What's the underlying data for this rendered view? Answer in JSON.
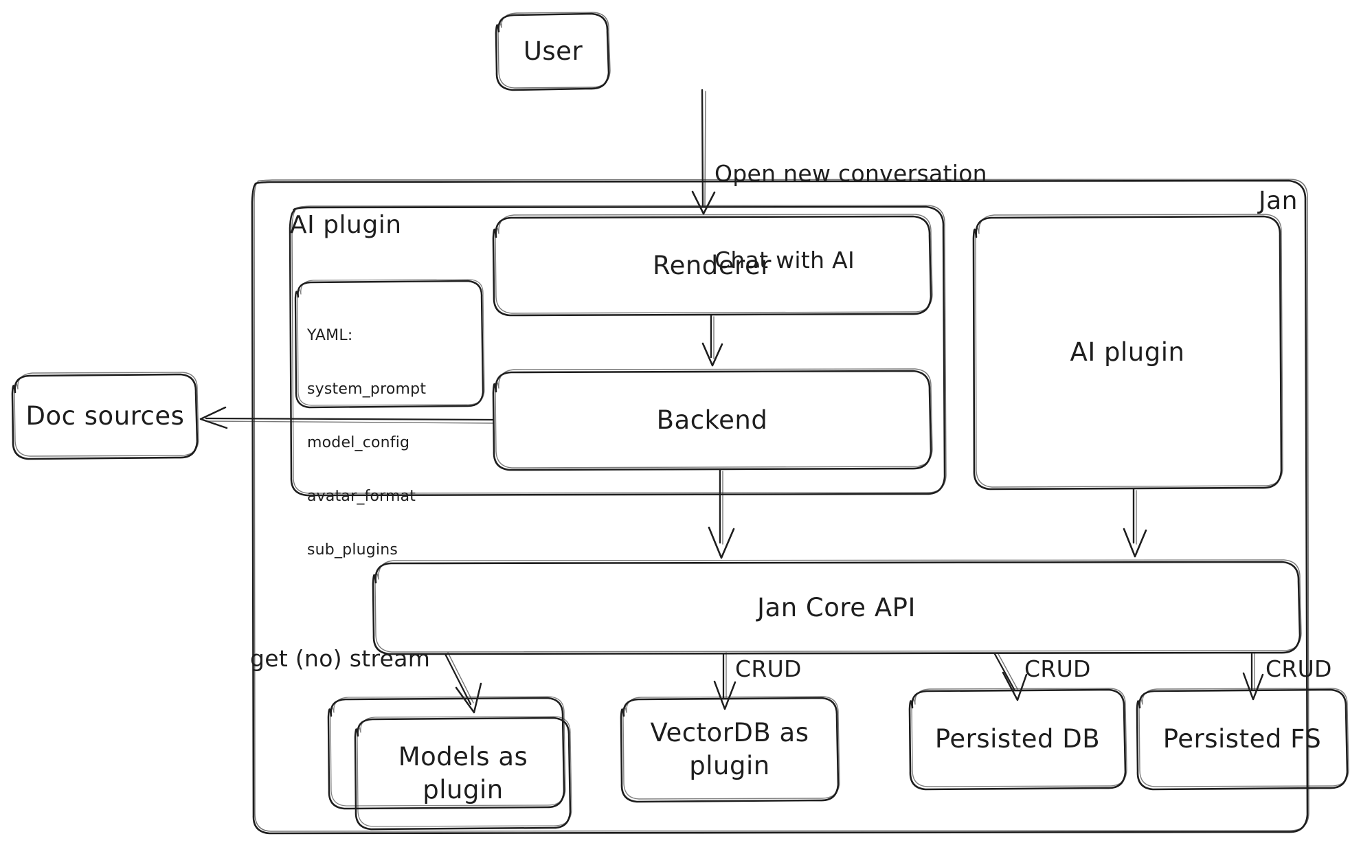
{
  "diagram": {
    "title_label": "Jan",
    "background": "#ffffff",
    "stroke_color": "#1e1e1e",
    "text_color": "#1e1e1e",
    "style": "hand-drawn"
  },
  "containers": [
    {
      "id": "jan",
      "label": "Jan",
      "label_position": "top-right"
    },
    {
      "id": "ai_plugin_group",
      "label": "AI plugin",
      "label_position": "top-left"
    }
  ],
  "nodes": [
    {
      "id": "user",
      "label": "User"
    },
    {
      "id": "renderer",
      "label": "Renderer"
    },
    {
      "id": "backend",
      "label": "Backend"
    },
    {
      "id": "doc_sources",
      "label": "Doc sources"
    },
    {
      "id": "ai_plugin",
      "label": "AI plugin"
    },
    {
      "id": "jan_core_api",
      "label": "Jan Core API"
    },
    {
      "id": "models_plugin",
      "label_line1": "Models as",
      "label_line2": "plugin"
    },
    {
      "id": "vectordb_plugin",
      "label_line1": "VectorDB as",
      "label_line2": "plugin"
    },
    {
      "id": "persisted_db",
      "label": "Persisted DB"
    },
    {
      "id": "persisted_fs",
      "label": "Persisted FS"
    }
  ],
  "yaml_box": {
    "title": "YAML:",
    "keys": [
      "system_prompt",
      "model_config",
      "avatar_format",
      "sub_plugins"
    ]
  },
  "edges": [
    {
      "id": "user-renderer",
      "from": "user",
      "to": "renderer",
      "label_line1": "Open new conversation",
      "label_line2": "Chat with AI"
    },
    {
      "id": "renderer-backend",
      "from": "renderer",
      "to": "backend",
      "label": ""
    },
    {
      "id": "backend-doc",
      "from": "backend",
      "to": "doc_sources",
      "label": ""
    },
    {
      "id": "backend-core",
      "from": "backend",
      "to": "jan_core_api",
      "label": ""
    },
    {
      "id": "aiplugin-core",
      "from": "ai_plugin",
      "to": "jan_core_api",
      "label": ""
    },
    {
      "id": "core-models",
      "from": "jan_core_api",
      "to": "models_plugin",
      "label": "get (no) stream"
    },
    {
      "id": "core-vectordb",
      "from": "jan_core_api",
      "to": "vectordb_plugin",
      "label": "CRUD"
    },
    {
      "id": "core-db",
      "from": "jan_core_api",
      "to": "persisted_db",
      "label": "CRUD"
    },
    {
      "id": "core-fs",
      "from": "jan_core_api",
      "to": "persisted_fs",
      "label": "CRUD"
    }
  ]
}
